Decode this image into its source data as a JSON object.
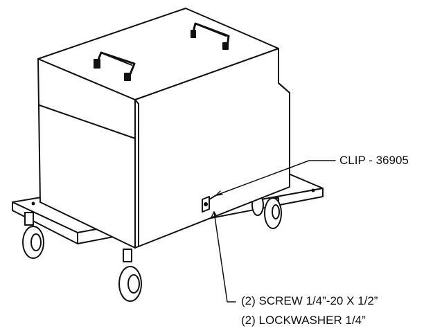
{
  "callouts": {
    "clip": "CLIP - 36905",
    "screw": "(2) SCREW 1/4”-20 X 1/2”",
    "lockwasher": "(2) LOCKWASHER 1/4”"
  },
  "colors": {
    "stroke": "#111111",
    "fill": "#ffffff"
  }
}
